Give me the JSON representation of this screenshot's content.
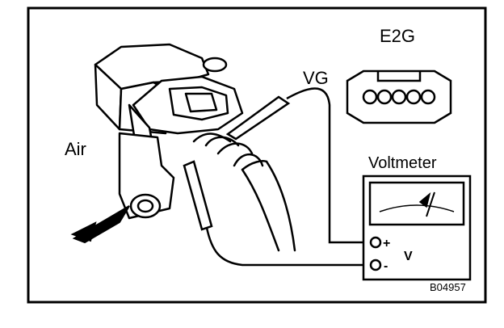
{
  "labels": {
    "air": "Air",
    "vg": "VG",
    "e2g": "E2G",
    "voltmeter": "Voltmeter",
    "plus": "+",
    "minus": "-",
    "unit": "V",
    "figure_code": "B04957"
  },
  "colors": {
    "ink": "#000000",
    "paper": "#ffffff"
  }
}
